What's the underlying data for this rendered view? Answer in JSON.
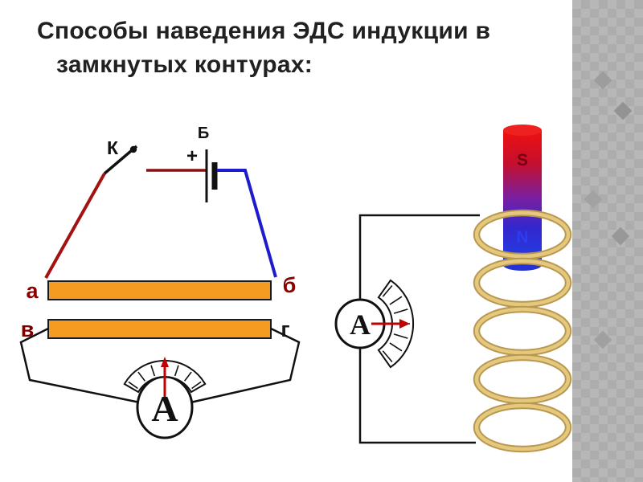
{
  "title": {
    "line1": "Способы наведения ЭДС индукции в",
    "line2": "замкнутых контурах:"
  },
  "left_circuit": {
    "switch_label": "К",
    "battery_label": "Б",
    "battery_plus": "+",
    "bar_label_a": "а",
    "bar_label_b": "б",
    "bar_label_v": "в",
    "bar_label_g": "г",
    "ammeter_label": "А"
  },
  "right_circuit": {
    "ammeter_label": "А",
    "magnet_pole_top": "S",
    "magnet_pole_bottom": "N"
  },
  "colors": {
    "wire_red": "#a31111",
    "wire_maroon": "#8a1010",
    "wire_blue": "#1c1ccc",
    "bar_orange": "#F59B22",
    "coil_dark": "#b9974e",
    "coil_light": "#e3c87e",
    "magnet_red": "#e01010",
    "magnet_blue": "#2433d2",
    "needle_red": "#c00000",
    "label_dark_red": "#8b0000",
    "sidebar_gray": "#b7b7b7"
  }
}
